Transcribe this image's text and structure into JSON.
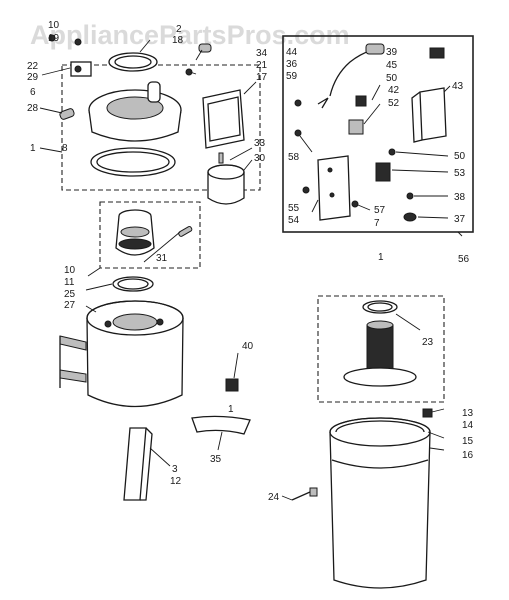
{
  "watermark": "AppliancePartsPros.com",
  "part_numbers": {
    "p1a": "1",
    "p1b": "1",
    "p1c": "1",
    "p2": "2",
    "p3": "3",
    "p6": "6",
    "p7": "7",
    "p8": "8",
    "p10": "10",
    "p11": "11",
    "p12": "12",
    "p13": "13",
    "p14": "14",
    "p15": "15",
    "p16": "16",
    "p17": "17",
    "p18": "18",
    "p19": "19",
    "p21": "21",
    "p22": "22",
    "p23": "23",
    "p24": "24",
    "p25": "25",
    "p27": "27",
    "p28": "28",
    "p29": "29",
    "p30": "30",
    "p31": "31",
    "p33": "33",
    "p34": "34",
    "p35": "35",
    "p36": "36",
    "p37": "37",
    "p38": "38",
    "p39": "39",
    "p40": "40",
    "p42": "42",
    "p43": "43",
    "p44": "44",
    "p45": "45",
    "p50a": "50",
    "p50b": "50",
    "p52": "52",
    "p53": "53",
    "p54": "54",
    "p55": "55",
    "p56": "56",
    "p57": "57",
    "p58": "58",
    "p59": "59"
  }
}
